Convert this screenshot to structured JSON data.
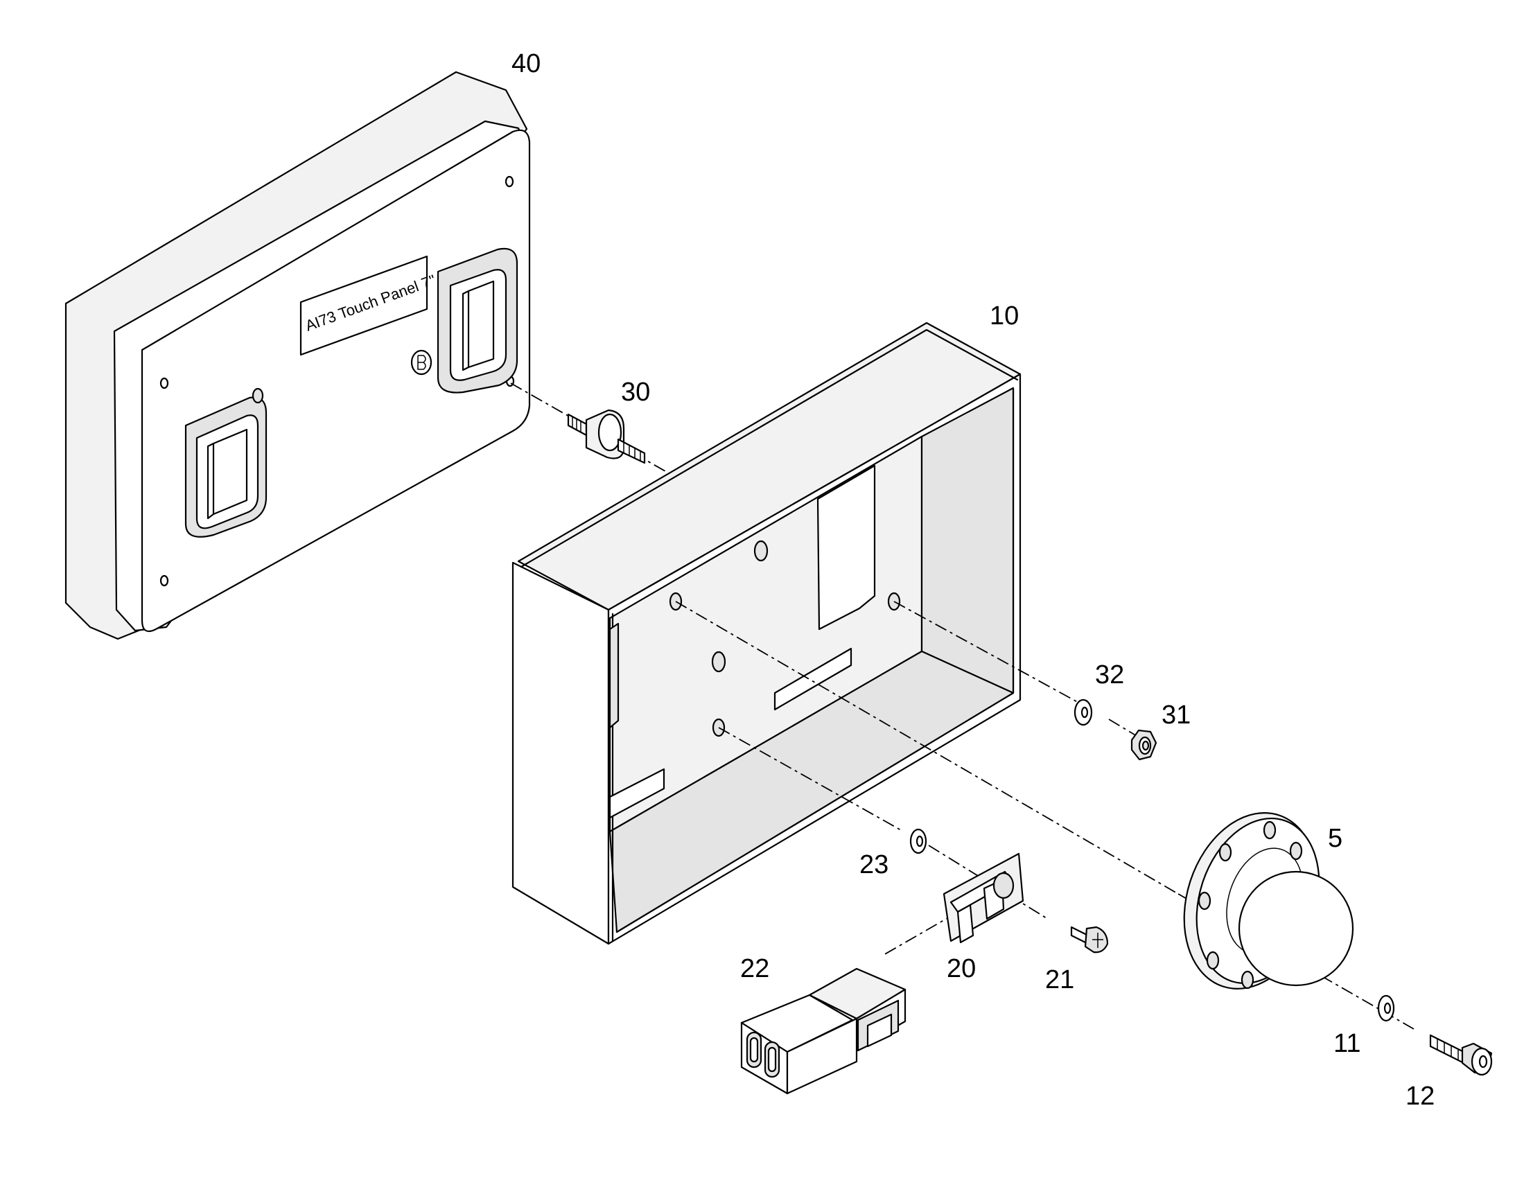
{
  "product_label": "AI73 Touch Panel 7\"",
  "callouts": {
    "p40": "40",
    "p10": "10",
    "p30": "30",
    "p32": "32",
    "p31": "31",
    "p5": "5",
    "p23": "23",
    "p20": "20",
    "p21": "21",
    "p22": "22",
    "p11": "11",
    "p12": "12"
  }
}
